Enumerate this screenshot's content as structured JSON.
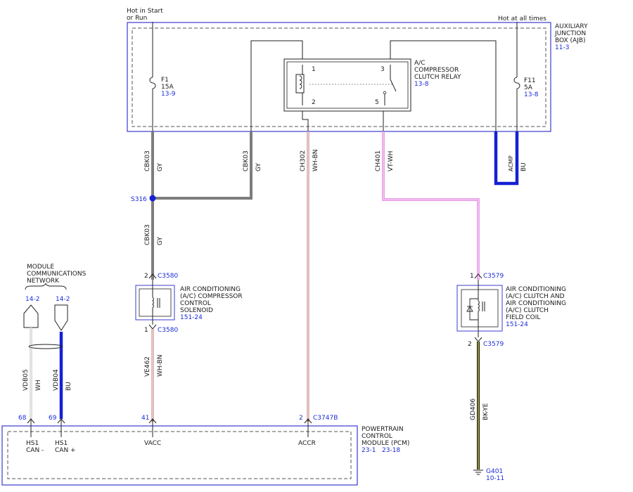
{
  "colors": {
    "gray_wire": "#7d7d7d",
    "blue_wire": "#1520d4",
    "white_brown_wire": "#c98a8a",
    "violet_white_wire": "#e07ae0",
    "black_yellow_wire": "#c8c832",
    "ref_link": "#1a2bd8",
    "box_border": "#3b3bd0"
  },
  "power": {
    "hot_start_run_line1": "Hot in Start",
    "hot_start_run_line2": "or Run",
    "hot_at_all_times": "Hot at all times"
  },
  "ajb": {
    "line1": "AUXILIARY",
    "line2": "JUNCTION",
    "line3": "BOX (AJB)",
    "ref": "11-3"
  },
  "fuse_f1": {
    "name": "F1",
    "rating": "15A",
    "ref": "13-9"
  },
  "fuse_f11": {
    "name": "F11",
    "rating": "5A",
    "ref": "13-8"
  },
  "relay": {
    "line1": "A/C",
    "line2": "COMPRESSOR",
    "line3": "CLUTCH RELAY",
    "ref": "13-8",
    "pin1": "1",
    "pin2": "2",
    "pin3": "3",
    "pin5": "5"
  },
  "wires": {
    "cbk03_circuit": "CBK03",
    "cbk03_color": "GY",
    "ch302_circuit": "CH302",
    "ch302_color": "WH-BN",
    "ch401_circuit": "CH401",
    "ch401_color": "VT-WH",
    "acmp_circuit": "ACMP",
    "acmp_color": "BU",
    "ve462_circuit": "VE462",
    "ve462_color": "WH-BN",
    "vdb05_circuit": "VDB05",
    "vdb05_color": "WH",
    "vdb04_circuit": "VDB04",
    "vdb04_color": "BU",
    "gd406_circuit": "GD406",
    "gd406_color": "BK-YE"
  },
  "splice": {
    "name": "S316"
  },
  "solenoid": {
    "line1": "AIR CONDITIONING",
    "line2": "(A/C) COMPRESSOR",
    "line3": "CONTROL",
    "line4": "SOLENOID",
    "ref": "151-24",
    "pin_top": "2",
    "pin_bottom": "1",
    "connector": "C3580"
  },
  "clutch_coil": {
    "line1": "AIR CONDITIONING",
    "line2": "(A/C) CLUTCH AND",
    "line3": "AIR CONDITIONING",
    "line4": "(A/C) CLUTCH",
    "line5": "FIELD COIL",
    "ref": "151-24",
    "pin_top": "1",
    "pin_bottom": "2",
    "connector": "C3579"
  },
  "network": {
    "line1": "MODULE",
    "line2": "COMMUNICATIONS",
    "line3": "NETWORK",
    "ref_left": "14-2",
    "ref_right": "14-2"
  },
  "pcm": {
    "line1": "POWERTRAIN",
    "line2": "CONTROL",
    "line3": "MODULE (PCM)",
    "ref1": "23-1",
    "ref2": "23-18",
    "pin_hs1_minus": "68",
    "pin_hs1_plus": "69",
    "pin_vacc": "41",
    "pin_accr": "2",
    "connector_accr": "C3747B",
    "hs1_minus_l1": "HS1",
    "hs1_minus_l2": "CAN -",
    "hs1_plus_l1": "HS1",
    "hs1_plus_l2": "CAN +",
    "vacc": "VACC",
    "accr": "ACCR"
  },
  "ground": {
    "name": "G401",
    "ref": "10-11"
  }
}
